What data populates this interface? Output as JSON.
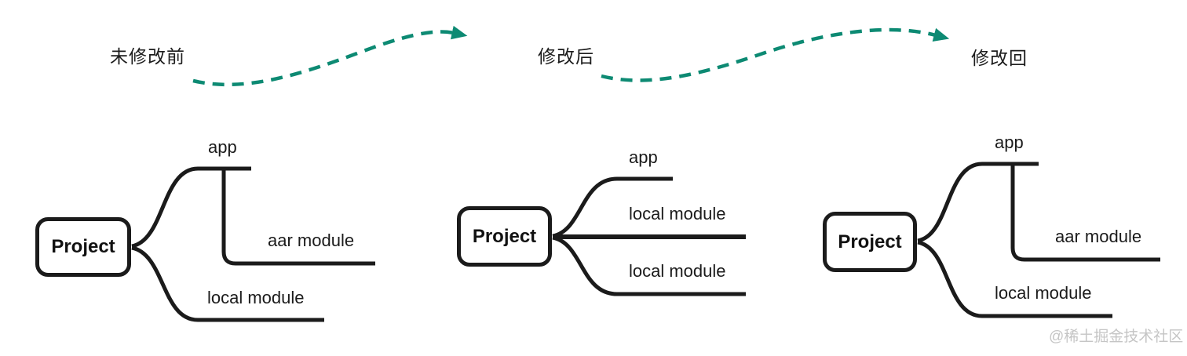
{
  "diagram": {
    "stages": [
      {
        "label": "未修改前",
        "tree": {
          "root": "Project",
          "children": [
            {
              "label": "app",
              "children": [
                {
                  "label": "aar module"
                }
              ]
            },
            {
              "label": "local module"
            }
          ]
        }
      },
      {
        "label": "修改后",
        "tree": {
          "root": "Project",
          "children": [
            {
              "label": "app"
            },
            {
              "label": "local module"
            },
            {
              "label": "local module"
            }
          ]
        }
      },
      {
        "label": "修改回",
        "tree": {
          "root": "Project",
          "children": [
            {
              "label": "app",
              "children": [
                {
                  "label": "aar module"
                }
              ]
            },
            {
              "label": "local module"
            }
          ]
        }
      }
    ],
    "colors": {
      "line": "#1b1b1b",
      "arrow": "#0d8a73",
      "text": "#1c1c1c",
      "watermark": "#c5c5c5",
      "background": "#ffffff"
    },
    "watermark": "@稀土掘金技术社区"
  }
}
